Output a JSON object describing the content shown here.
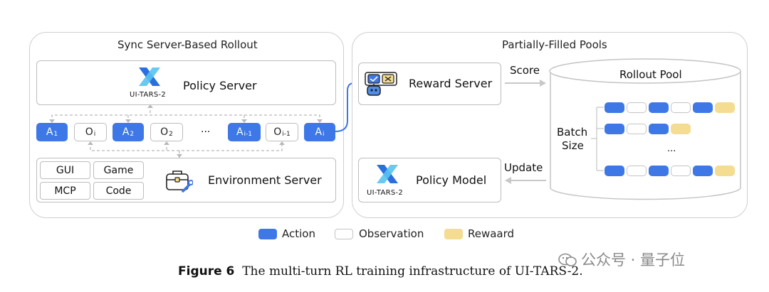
{
  "left_panel": {
    "title": "Sync Server-Based Rollout",
    "policy_server": {
      "logo_text": "UI-TARS-2",
      "label": "Policy Server"
    },
    "sequence": [
      {
        "kind": "action",
        "text": "A",
        "sub": "1"
      },
      {
        "kind": "obs",
        "text": "O",
        "sub": "i"
      },
      {
        "kind": "action",
        "text": "A",
        "sub": "2"
      },
      {
        "kind": "obs",
        "text": "O",
        "sub": "2"
      },
      {
        "kind": "ellipsis",
        "text": "..."
      },
      {
        "kind": "action",
        "text": "A",
        "sub": "i-1"
      },
      {
        "kind": "obs",
        "text": "O",
        "sub": "i-1"
      },
      {
        "kind": "action",
        "text": "A",
        "sub": "i"
      }
    ],
    "environment_server": {
      "label": "Environment Server",
      "envs": [
        "GUI",
        "Game",
        "MCP",
        "Code"
      ]
    }
  },
  "right_panel": {
    "title": "Partially-Filled Pools",
    "reward_server": {
      "label": "Reward Server"
    },
    "score_label": "Score",
    "update_label": "Update",
    "policy_model": {
      "logo_text": "UI-TARS-2",
      "label": "Policy Model"
    },
    "rollout_pool": {
      "title": "Rollout Pool",
      "batch_label_line1": "Batch",
      "batch_label_line2": "Size",
      "ellipsis": "...",
      "rows": [
        [
          "a",
          "o",
          "a",
          "o",
          "a",
          "r"
        ],
        [
          "a",
          "o",
          "a",
          "r"
        ],
        [
          "a",
          "o",
          "a",
          "o",
          "a",
          "r"
        ]
      ]
    }
  },
  "legend": [
    {
      "kind": "action",
      "label": "Action",
      "color": "#3d78e6"
    },
    {
      "kind": "obs",
      "label": "Observation",
      "color": "#ffffff"
    },
    {
      "kind": "reward",
      "label": "Rewaard",
      "color": "#f4dc90"
    }
  ],
  "caption": {
    "prefix": "Figure 6",
    "text": "The multi-turn RL training infrastructure of UI-TARS-2."
  },
  "watermark": "公众号 · 量子位",
  "colors": {
    "action": "#3d78e6",
    "reward": "#f4dc90",
    "border": "#bdbdbd"
  }
}
